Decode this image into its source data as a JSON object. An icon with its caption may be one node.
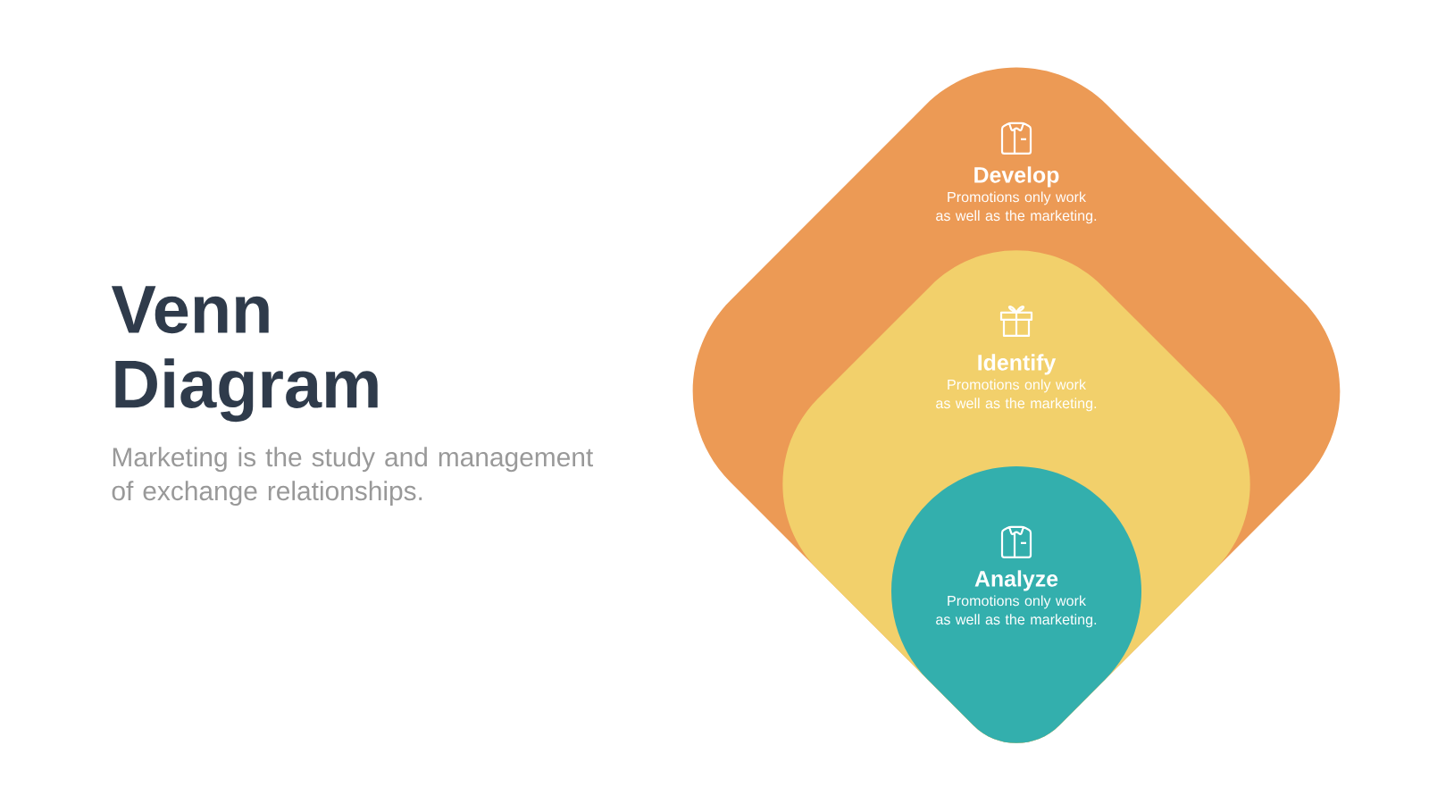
{
  "diagram": {
    "title": "Venn Diagram",
    "nodes": [
      {
        "text": [
          "Develop",
          "Promotions only work as well as the marketing."
        ]
      },
      {
        "text": [
          "Identify",
          "Promotions only work as well as the marketing."
        ],
        "in": 0
      },
      {
        "text": [
          "Analyze",
          "Promotions only work as well as the marketing."
        ],
        "in": 1
      }
    ],
    "labels": [
      "Marketing is the study and management of exchange relationships."
    ]
  }
}
